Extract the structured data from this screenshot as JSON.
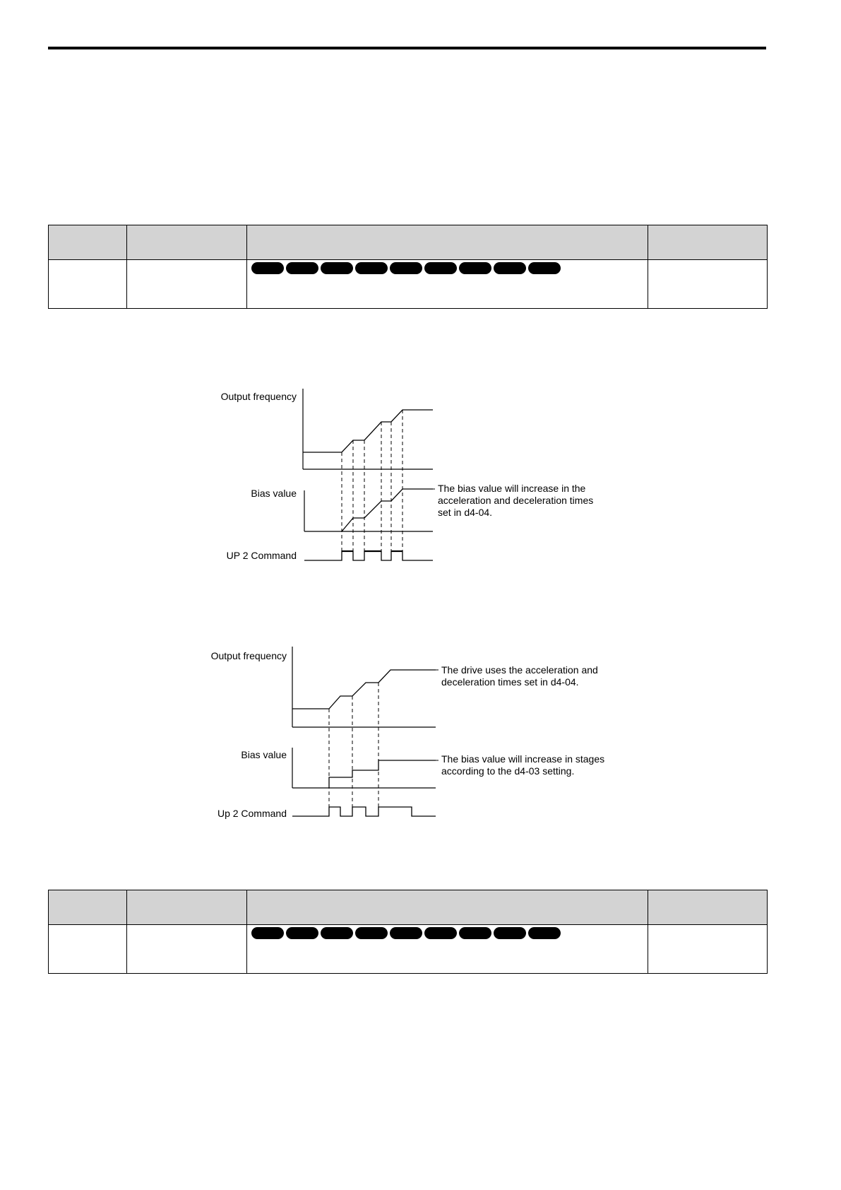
{
  "table_top": {
    "headers": [
      "",
      "",
      "",
      ""
    ],
    "badge_count": 9,
    "row": [
      "",
      "",
      "",
      ""
    ]
  },
  "diagram1": {
    "signal_output": "Output frequency",
    "signal_bias": "Bias value",
    "signal_command": "UP 2 Command",
    "note_lines": [
      "The bias value will increase in the",
      "acceleration and deceleration times",
      "set in d4-04."
    ]
  },
  "diagram2": {
    "signal_output": "Output frequency",
    "signal_bias": "Bias value",
    "signal_command": "Up 2 Command",
    "note_output_lines": [
      "The drive uses the acceleration and",
      "deceleration times set in d4-04."
    ],
    "note_bias_lines": [
      "The bias value will increase in stages",
      "according to the d4-03 setting."
    ]
  },
  "table_bottom": {
    "headers": [
      "",
      "",
      "",
      ""
    ],
    "badge_count": 9,
    "row": [
      "",
      "",
      "",
      ""
    ]
  }
}
